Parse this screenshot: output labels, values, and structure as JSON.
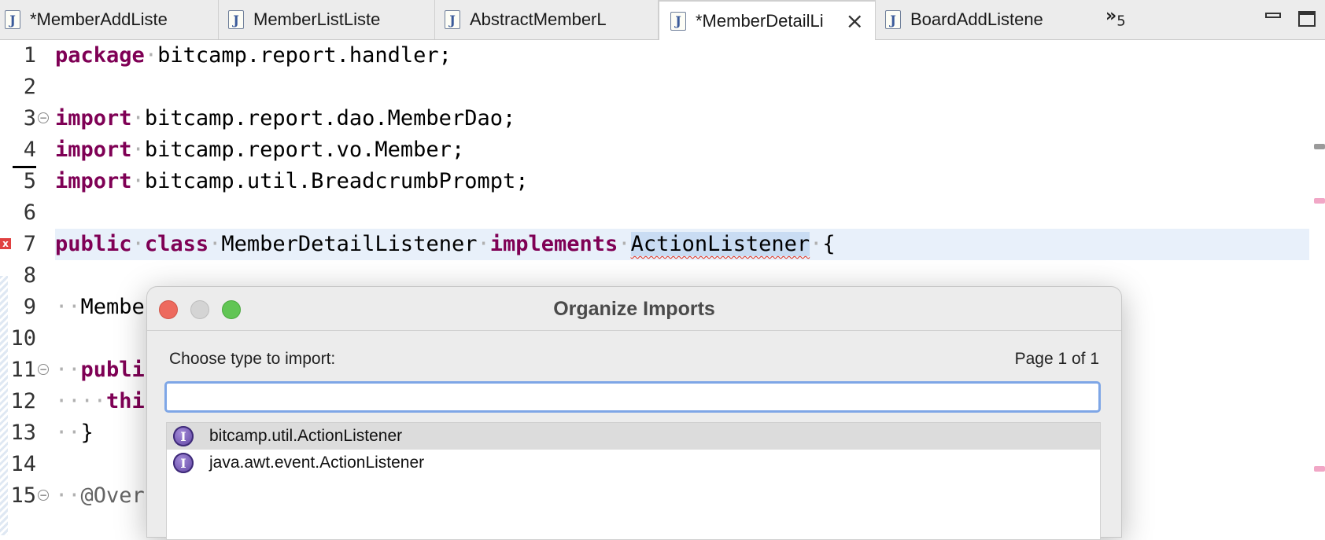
{
  "tabs": [
    {
      "label": "*MemberAddListe",
      "icon": "java-file-icon"
    },
    {
      "label": "MemberListListe",
      "icon": "java-file-icon"
    },
    {
      "label": "AbstractMemberL",
      "icon": "java-file-icon"
    },
    {
      "label": "*MemberDetailLi",
      "icon": "java-file-icon",
      "active": true
    },
    {
      "label": "BoardAddListene",
      "icon": "java-file-icon"
    }
  ],
  "tab_overflow": {
    "glyph": "»",
    "count": "5"
  },
  "editor": {
    "line_numbers": [
      "1",
      "2",
      "3",
      "4",
      "5",
      "6",
      "7",
      "8",
      "9",
      "10",
      "11",
      "12",
      "13",
      "14",
      "15"
    ],
    "code": {
      "l1_kw": "package",
      "l1_text": "bitcamp.report.handler;",
      "l3_kw": "import",
      "l3_text": "bitcamp.report.dao.MemberDao;",
      "l4_kw": "import",
      "l4_text": "bitcamp.report.vo.Member;",
      "l5_kw": "import",
      "l5_text": "bitcamp.util.BreadcrumbPrompt;",
      "l7_kw1": "public",
      "l7_kw2": "class",
      "l7_name": "MemberDetailListener",
      "l7_kw3": "implements",
      "l7_iface": "ActionListener",
      "l7_brace": "{",
      "l9_text": "Membe",
      "l11_kw": "publi",
      "l12_kw": "this",
      "l13_text": "}",
      "l15_text": "@Over"
    }
  },
  "dialog": {
    "title": "Organize Imports",
    "prompt": "Choose type to import:",
    "page_info": "Page 1 of 1",
    "search_value": "",
    "items": [
      {
        "label": "bitcamp.util.ActionListener",
        "icon": "interface-icon",
        "selected": true
      },
      {
        "label": "java.awt.event.ActionListener",
        "icon": "interface-icon",
        "selected": false
      }
    ]
  },
  "colors": {
    "keyword": "#7f0055",
    "current_line": "#e8f0fa",
    "search_border": "#7ea6e6",
    "selection": "#dcdcdc"
  }
}
